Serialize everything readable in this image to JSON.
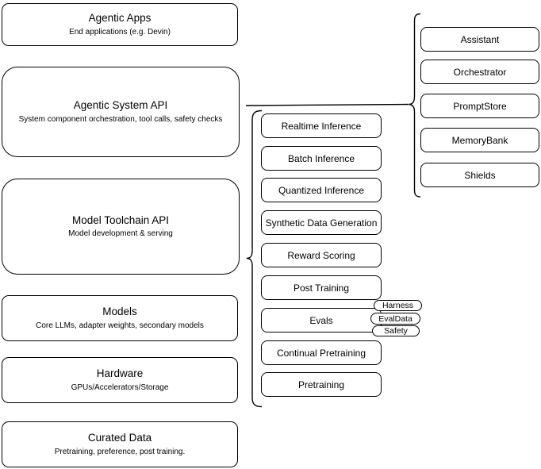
{
  "stack": {
    "boxes": [
      {
        "title": "Agentic Apps",
        "subtitle": "End applications (e.g. Devin)"
      },
      {
        "title": "Agentic System API",
        "subtitle": "System component orchestration, tool calls, safety checks"
      },
      {
        "title": "Model Toolchain API",
        "subtitle": "Model development & serving"
      },
      {
        "title": "Models",
        "subtitle": "Core LLMs, adapter weights, secondary models"
      },
      {
        "title": "Hardware",
        "subtitle": "GPUs/Accelerators/Storage"
      },
      {
        "title": "Curated Data",
        "subtitle": "Pretraining, preference, post training."
      }
    ]
  },
  "toolchain_components": {
    "items": [
      "Realtime Inference",
      "Batch Inference",
      "Quantized Inference",
      "Synthetic Data Generation",
      "Reward Scoring",
      "Post Training",
      "Evals",
      "Continual Pretraining",
      "Pretraining"
    ]
  },
  "evals_tags": {
    "items": [
      "Harness",
      "EvalData",
      "Safety"
    ]
  },
  "system_components": {
    "items": [
      "Assistant",
      "Orchestrator",
      "PromptStore",
      "MemoryBank",
      "Shields"
    ]
  },
  "colors": {
    "stroke": "#000000",
    "background": "#ffffff",
    "text": "#000000"
  }
}
